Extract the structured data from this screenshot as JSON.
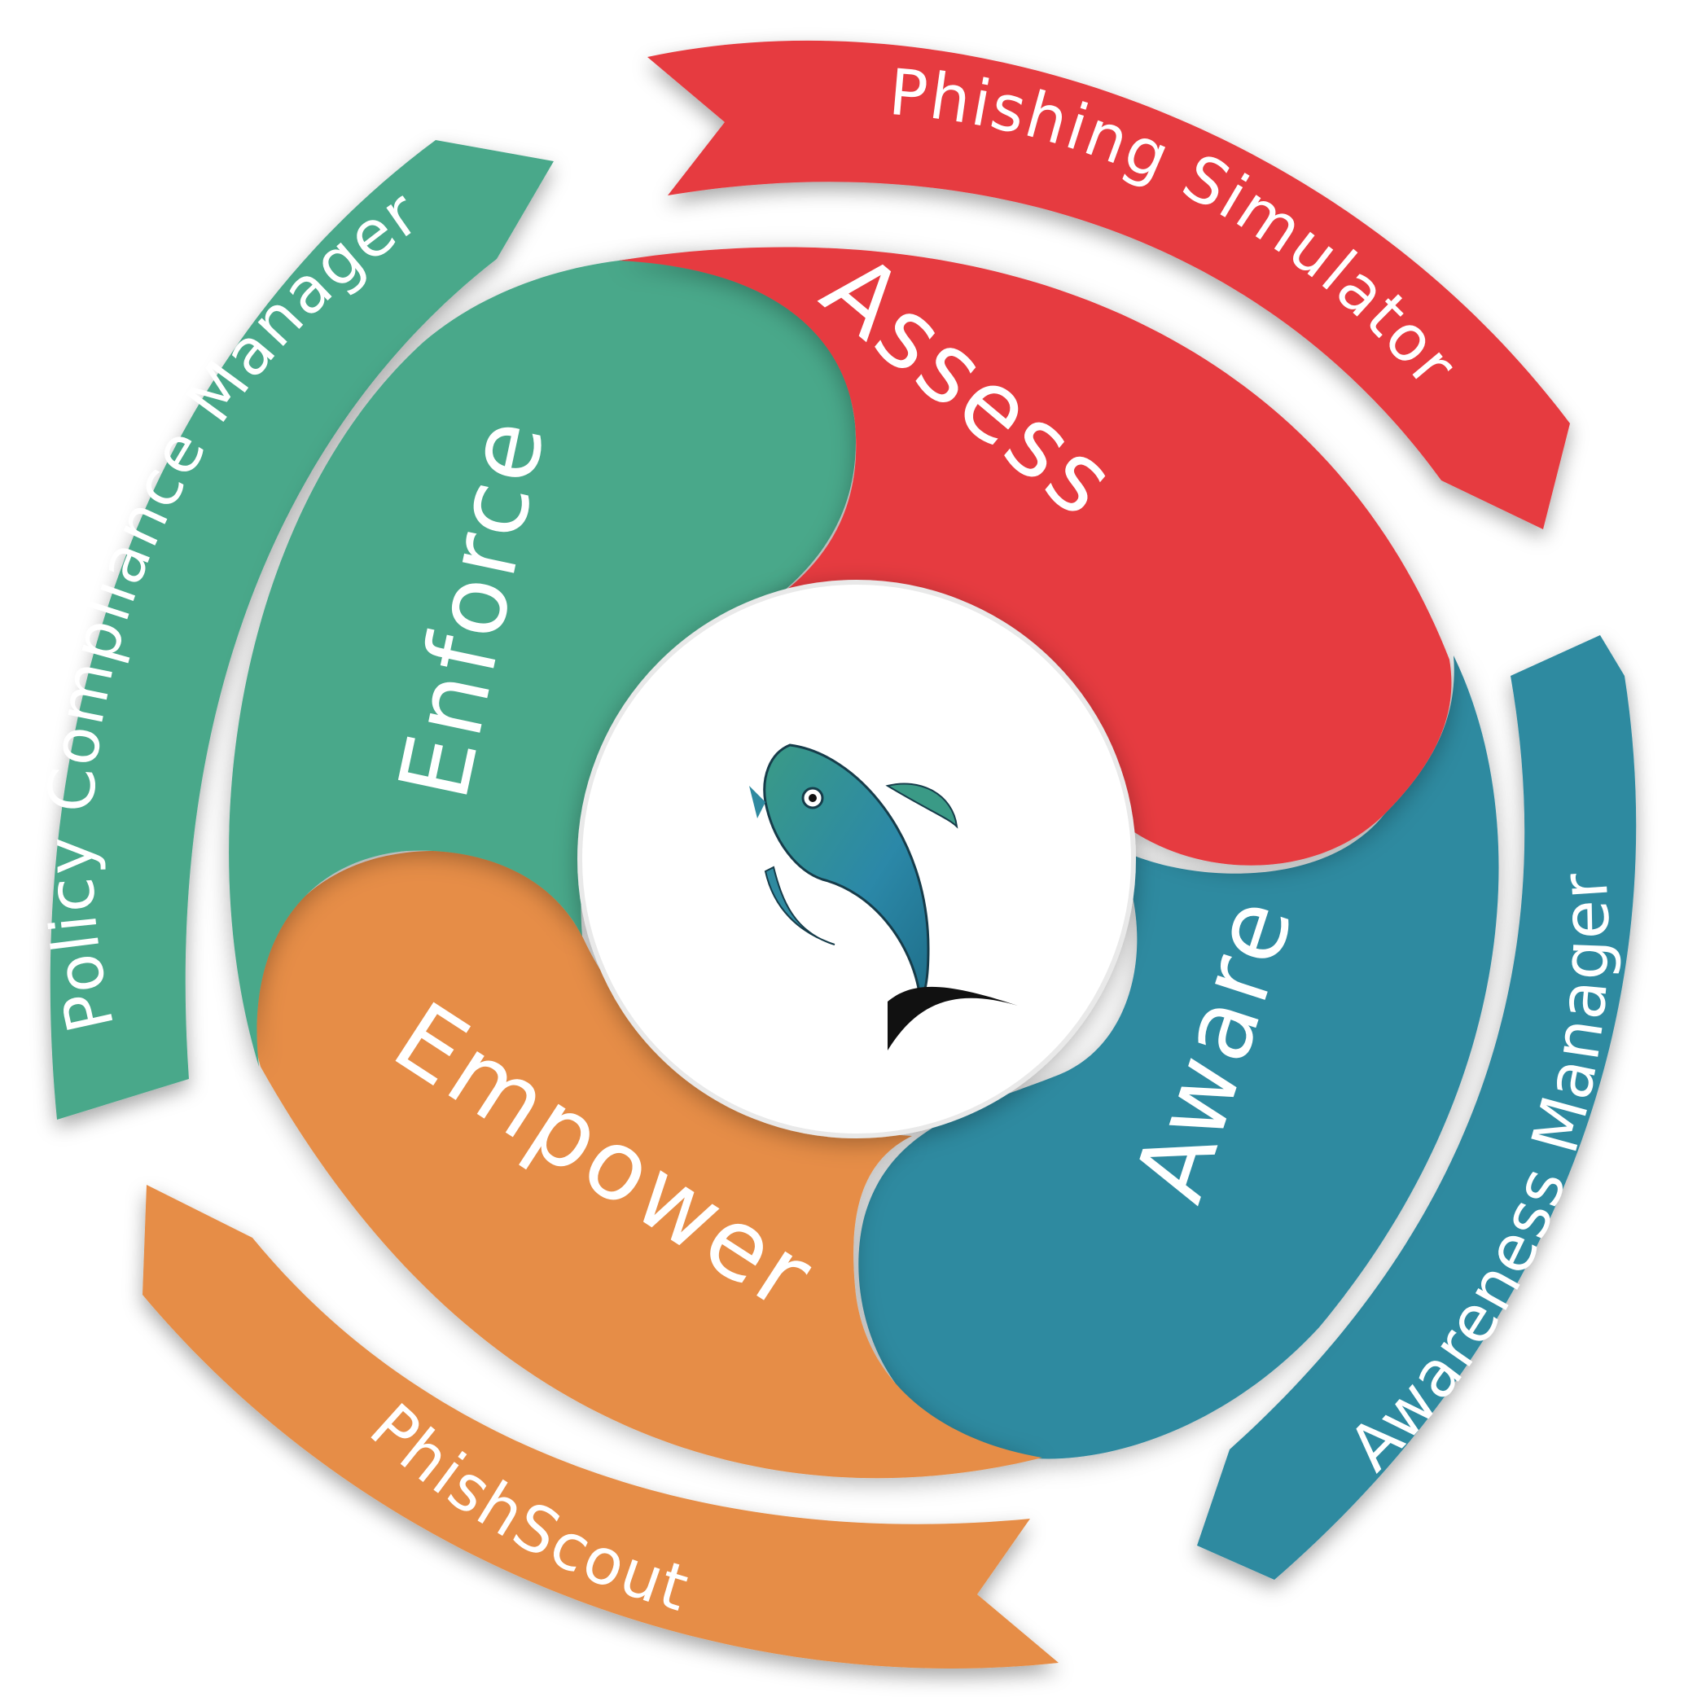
{
  "colors": {
    "red": "#e63b3f",
    "teal_green": "#4aa88a",
    "blue": "#2f8aa0",
    "orange": "#e68d46",
    "white": "#ffffff"
  },
  "outer_ring": {
    "phishing_simulator": "Phishing Simulator",
    "policy_compliance_manager": "Policy Compliance Manager",
    "awareness_manager": "Awareness Manager",
    "phishscout": "PhishScout"
  },
  "inner_ring": {
    "assess": "Assess",
    "enforce": "Enforce",
    "aware": "Aware",
    "empower": "Empower"
  },
  "center": {
    "logo_icon": "fish-logo-icon"
  }
}
